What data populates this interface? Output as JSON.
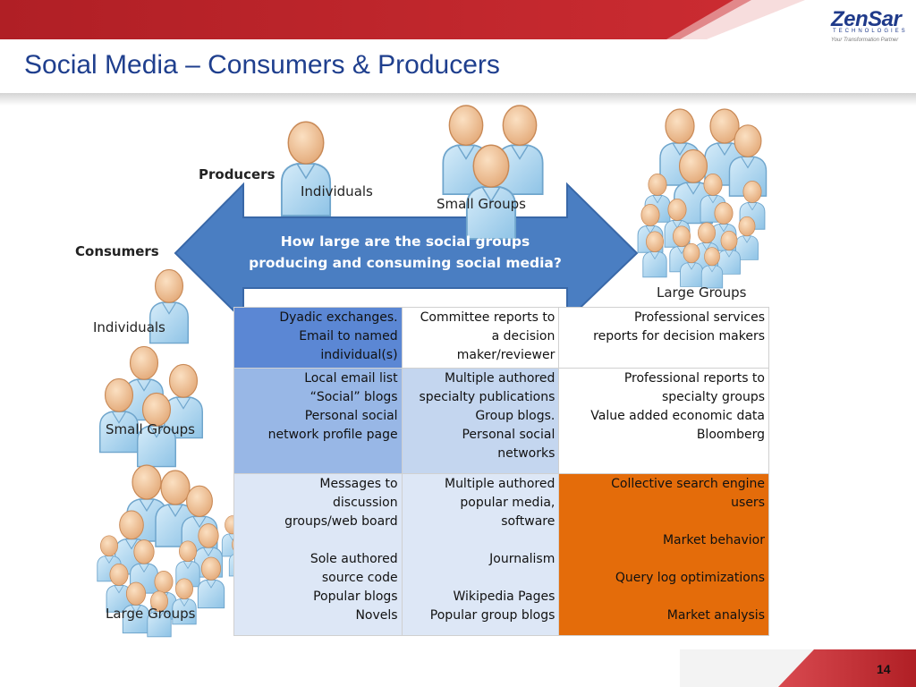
{
  "slide": {
    "title": "Social Media –  Consumers & Producers",
    "page_number": "14"
  },
  "logo": {
    "name": "ZenSar",
    "sub": "TECHNOLOGIES",
    "tagline": "Your Transformation Partner"
  },
  "figure": {
    "producers_label": "Producers",
    "consumers_label": "Consumers",
    "producer_groups": [
      "Individuals",
      "Small Groups",
      "Large Groups"
    ],
    "consumer_groups": [
      "Individuals",
      "Small Groups",
      "Large Groups"
    ],
    "arrow_text_line1": "How large are the social groups",
    "arrow_text_line2": "producing and consuming social media?"
  },
  "colors": {
    "title": "#1f3f8e",
    "arrow": "#4a7ec2",
    "orange_cell": "#e46c0a",
    "topbar_red": "#c0272d"
  },
  "icons": [
    "person-figure-icon"
  ],
  "table": {
    "rows": [
      [
        "Dyadic exchanges.\nEmail to named\nindividual(s)",
        "Committee reports to\na decision\nmaker/reviewer",
        "Professional services\nreports for decision makers"
      ],
      [
        "Local email list\n“Social” blogs\nPersonal social\nnetwork profile page",
        "Multiple authored\nspecialty publications\nGroup blogs.\nPersonal social\nnetworks",
        "Professional reports to\nspecialty groups\nValue added economic data\nBloomberg"
      ],
      [
        "Messages to\ndiscussion\ngroups/web board\n\nSole authored\nsource code\nPopular blogs\nNovels",
        "Multiple authored\npopular media,\nsoftware\n\nJournalism\n\nWikipedia Pages\nPopular group blogs",
        "Collective search engine\nusers\n\nMarket behavior\n\nQuery log optimizations\n\nMarket analysis"
      ]
    ]
  }
}
